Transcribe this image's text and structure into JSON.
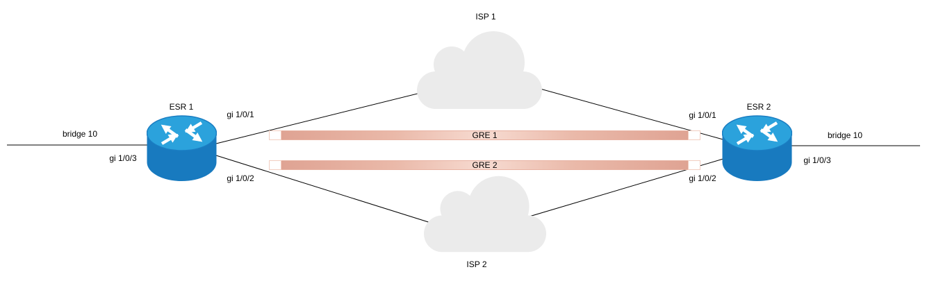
{
  "labels": {
    "esr1": "ESR 1",
    "esr2": "ESR 2",
    "isp1": "ISP 1",
    "isp2": "ISP 2",
    "gre1": "GRE 1",
    "gre2": "GRE 2",
    "esr1_gi_1_0_1": "gi 1/0/1",
    "esr1_gi_1_0_2": "gi 1/0/2",
    "esr1_gi_1_0_3": "gi 1/0/3",
    "esr1_bridge": "bridge 10",
    "esr2_gi_1_0_1": "gi 1/0/1",
    "esr2_gi_1_0_2": "gi 1/0/2",
    "esr2_gi_1_0_3": "gi 1/0/3",
    "esr2_bridge": "bridge 10"
  },
  "topology": {
    "nodes": [
      {
        "id": "esr1",
        "type": "router",
        "label": "ESR 1"
      },
      {
        "id": "esr2",
        "type": "router",
        "label": "ESR 2"
      },
      {
        "id": "isp1",
        "type": "cloud",
        "label": "ISP 1"
      },
      {
        "id": "isp2",
        "type": "cloud",
        "label": "ISP 2"
      }
    ],
    "links": [
      {
        "from": "esr1",
        "from_interface": "gi 1/0/1",
        "to": "isp1"
      },
      {
        "from": "isp1",
        "to": "esr2",
        "to_interface": "gi 1/0/1"
      },
      {
        "from": "esr1",
        "from_interface": "gi 1/0/2",
        "to": "isp2"
      },
      {
        "from": "isp2",
        "to": "esr2",
        "to_interface": "gi 1/0/2"
      },
      {
        "from": "esr1",
        "from_interface": "gi 1/0/3",
        "to": "lan-left",
        "bridge": "bridge 10"
      },
      {
        "from": "esr2",
        "from_interface": "gi 1/0/3",
        "to": "lan-right",
        "bridge": "bridge 10"
      }
    ],
    "tunnels": [
      {
        "id": "gre1",
        "label": "GRE 1",
        "from": "esr1",
        "to": "esr2"
      },
      {
        "id": "gre2",
        "label": "GRE 2",
        "from": "esr1",
        "to": "esr2"
      }
    ]
  },
  "colors": {
    "background": "#ffffff",
    "line": "#000000",
    "router_top": "#2ba2dc",
    "router_body": "#187abf",
    "router_rim": "#1a7dc2",
    "router_arrow": "#ffffff",
    "cloud": "#ebebeb",
    "tunnel_end": "#dfa393",
    "tunnel_mid": "#f7dbd1",
    "tunnel_border": "#e8b2a2",
    "tunnel_cap_fill": "#ffffff",
    "tunnel_cap_border": "#f2cdc0"
  }
}
